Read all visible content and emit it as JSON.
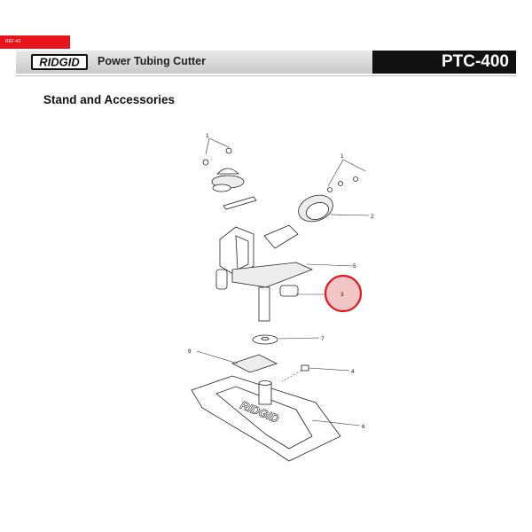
{
  "header": {
    "ref_tag": "REF-43",
    "brand": "RIDGID",
    "title": "Power Tubing Cutter",
    "model": "PTC-400"
  },
  "section": {
    "title": "Stand and Accessories"
  },
  "callouts": [
    "1",
    "1",
    "2",
    "3",
    "4",
    "5",
    "6",
    "7",
    "8"
  ],
  "colors": {
    "accent": "#e8141b",
    "header_dark": "#111111",
    "highlight": "#f3c6c6"
  }
}
